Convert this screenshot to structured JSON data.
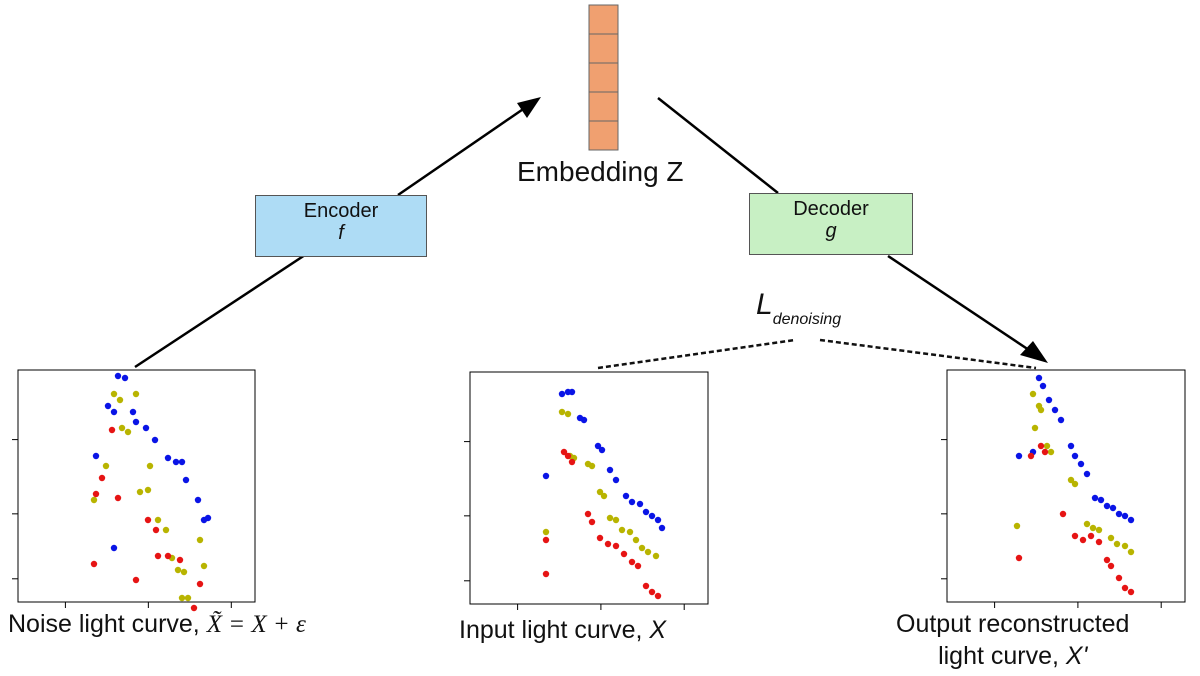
{
  "encoder": {
    "name": "Encoder",
    "symbol": "f"
  },
  "decoder": {
    "name": "Decoder",
    "symbol": "g"
  },
  "embedding": {
    "label": "Embedding Z",
    "cells": 5,
    "color": "#f0a070"
  },
  "loss": {
    "main": "L",
    "sub": "denoising"
  },
  "panels": {
    "noise": {
      "caption": "Noise light curve,",
      "math": "X̃ = X + ε"
    },
    "input": {
      "caption": "Input light curve,",
      "math": "X"
    },
    "output": {
      "caption_line1": "Output reconstructed",
      "caption_line2": "light curve,",
      "math": "X'"
    }
  },
  "colors": {
    "series_blue": "#0a14e6",
    "series_yellow": "#b8b400",
    "series_red": "#e61414",
    "encoder": "#aedcf5",
    "decoder": "#c8f0c4"
  }
}
